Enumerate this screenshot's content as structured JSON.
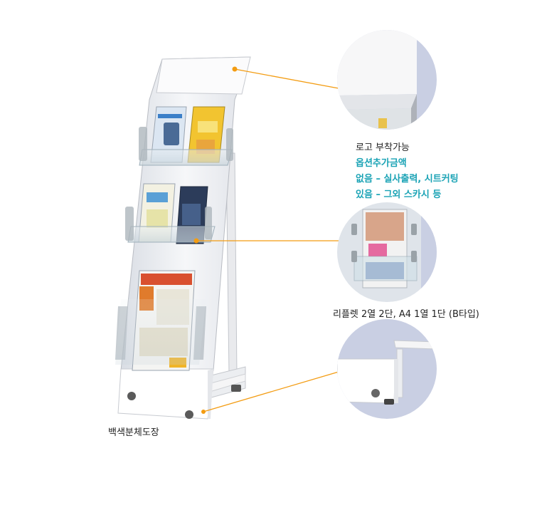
{
  "callouts": {
    "logo": {
      "line1": "로고 부착가능",
      "line2": "옵션추가금액",
      "line3": "없음 – 실사출력, 시트커팅",
      "line4": "있음 – 그외 스카시 등"
    },
    "leaflet": "리플렛 2열 2단, A4 1열 1단 (B타입)",
    "finish": "백색분체도장"
  },
  "colors": {
    "accent_teal": "#1aa3b5",
    "leader_orange": "#f39c12",
    "detail_bg": "#c9cfe3"
  }
}
